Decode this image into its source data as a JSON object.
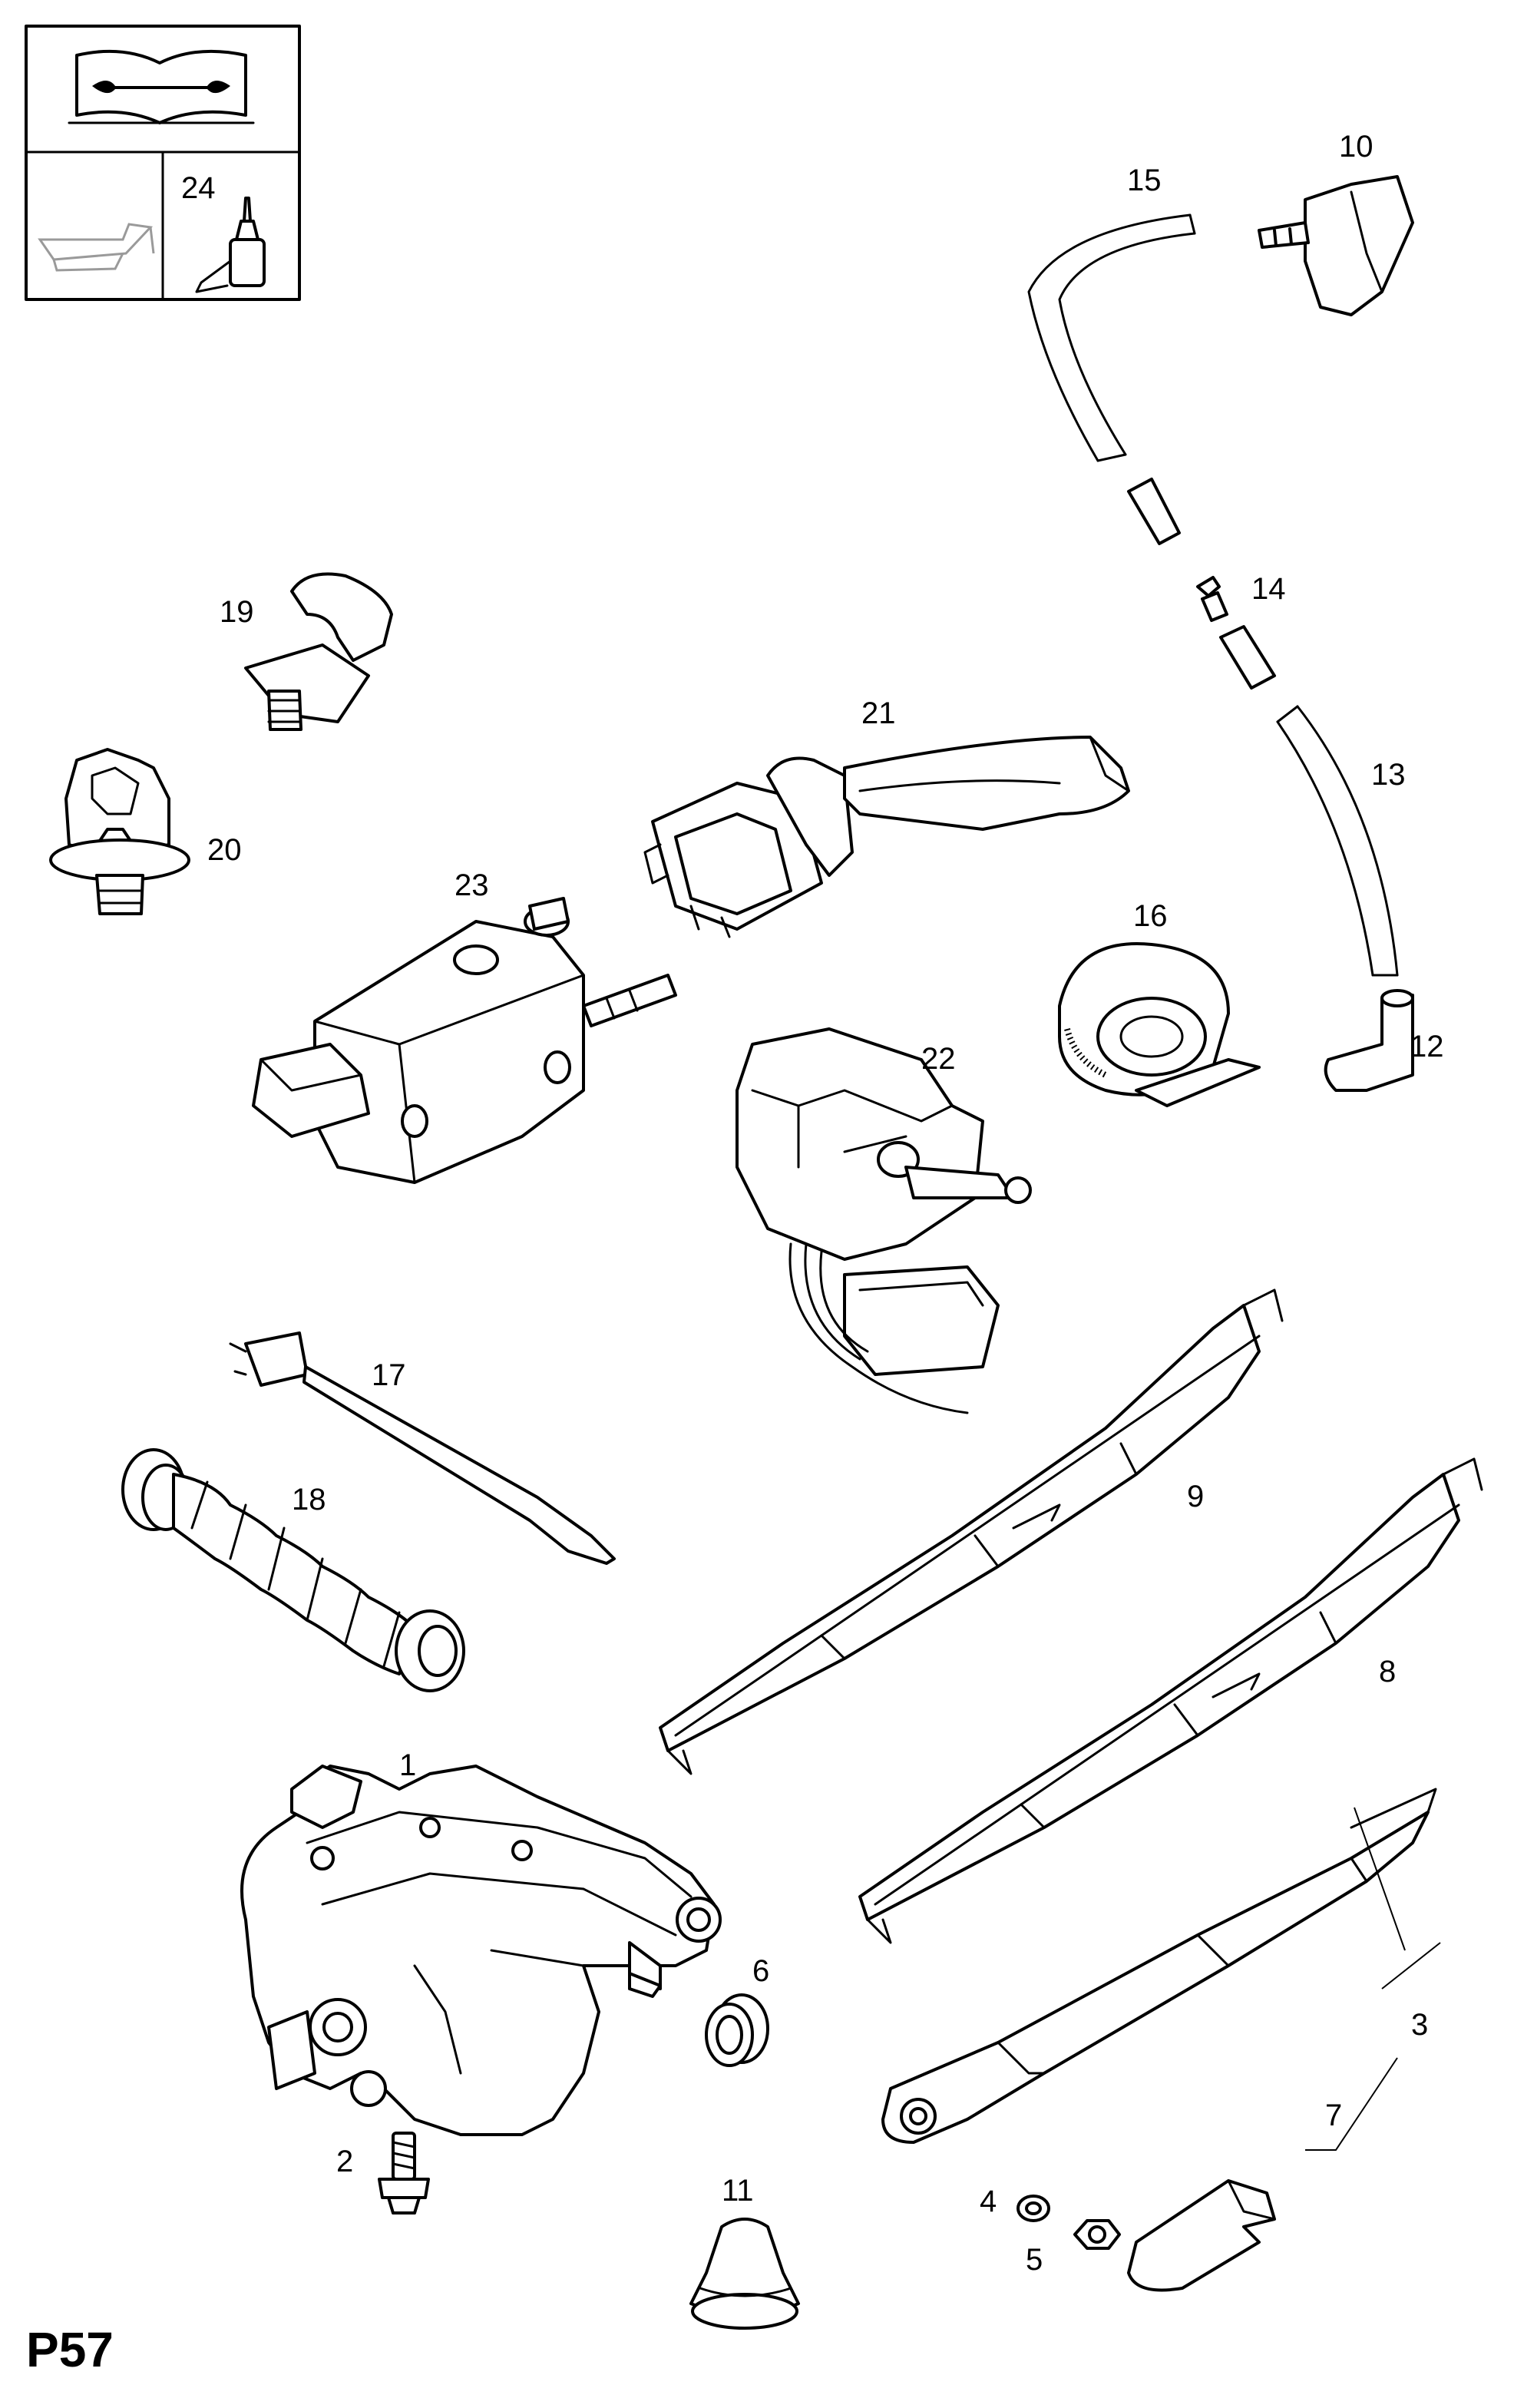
{
  "page": {
    "code": "P57"
  },
  "legend": {
    "item_number": "24",
    "book_icon": "service-manual-book-wrench-icon",
    "oil_icon": "oil-can-icon",
    "bottle_icon": "grease-bottle-icon"
  },
  "colors": {
    "line": "#000000",
    "background": "#ffffff",
    "faded_icon": "#9a9a9a"
  },
  "parts": [
    {
      "id": "1",
      "number": "1"
    },
    {
      "id": "2",
      "number": "2"
    },
    {
      "id": "3",
      "number": "3"
    },
    {
      "id": "4",
      "number": "4"
    },
    {
      "id": "5",
      "number": "5"
    },
    {
      "id": "6",
      "number": "6"
    },
    {
      "id": "7",
      "number": "7"
    },
    {
      "id": "8",
      "number": "8"
    },
    {
      "id": "9",
      "number": "9"
    },
    {
      "id": "10",
      "number": "10"
    },
    {
      "id": "11",
      "number": "11"
    },
    {
      "id": "12",
      "number": "12"
    },
    {
      "id": "13",
      "number": "13"
    },
    {
      "id": "14",
      "number": "14"
    },
    {
      "id": "15",
      "number": "15"
    },
    {
      "id": "16",
      "number": "16"
    },
    {
      "id": "17",
      "number": "17"
    },
    {
      "id": "18",
      "number": "18"
    },
    {
      "id": "19",
      "number": "19"
    },
    {
      "id": "20",
      "number": "20"
    },
    {
      "id": "21",
      "number": "21"
    },
    {
      "id": "22",
      "number": "22"
    },
    {
      "id": "23",
      "number": "23"
    }
  ]
}
